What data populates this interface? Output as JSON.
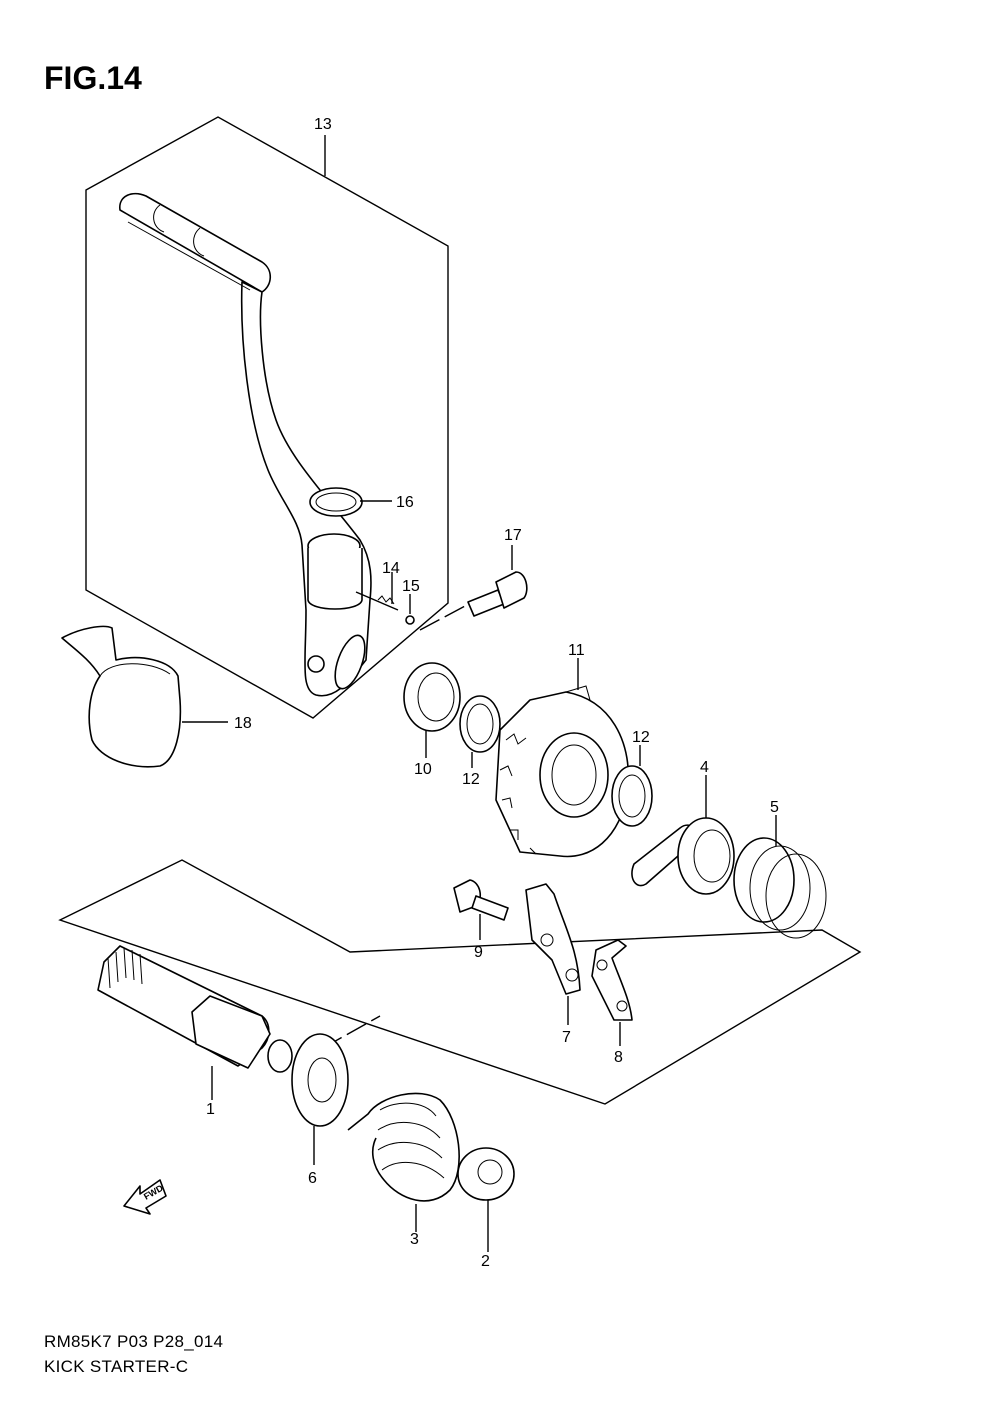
{
  "figure": {
    "title": "FIG.14",
    "model_code": "RM85K7 P03 P28_014",
    "section_name": "KICK STARTER-C",
    "fwd_label": "FWD"
  },
  "callouts": [
    {
      "id": "1",
      "label": "1"
    },
    {
      "id": "2",
      "label": "2"
    },
    {
      "id": "3",
      "label": "3"
    },
    {
      "id": "4",
      "label": "4"
    },
    {
      "id": "5",
      "label": "5"
    },
    {
      "id": "6",
      "label": "6"
    },
    {
      "id": "7",
      "label": "7"
    },
    {
      "id": "8",
      "label": "8"
    },
    {
      "id": "9",
      "label": "9"
    },
    {
      "id": "10",
      "label": "10"
    },
    {
      "id": "11",
      "label": "11"
    },
    {
      "id": "12a",
      "label": "12"
    },
    {
      "id": "12b",
      "label": "12"
    },
    {
      "id": "13",
      "label": "13"
    },
    {
      "id": "14",
      "label": "14"
    },
    {
      "id": "15",
      "label": "15"
    },
    {
      "id": "16",
      "label": "16"
    },
    {
      "id": "17",
      "label": "17"
    },
    {
      "id": "18",
      "label": "18"
    }
  ]
}
